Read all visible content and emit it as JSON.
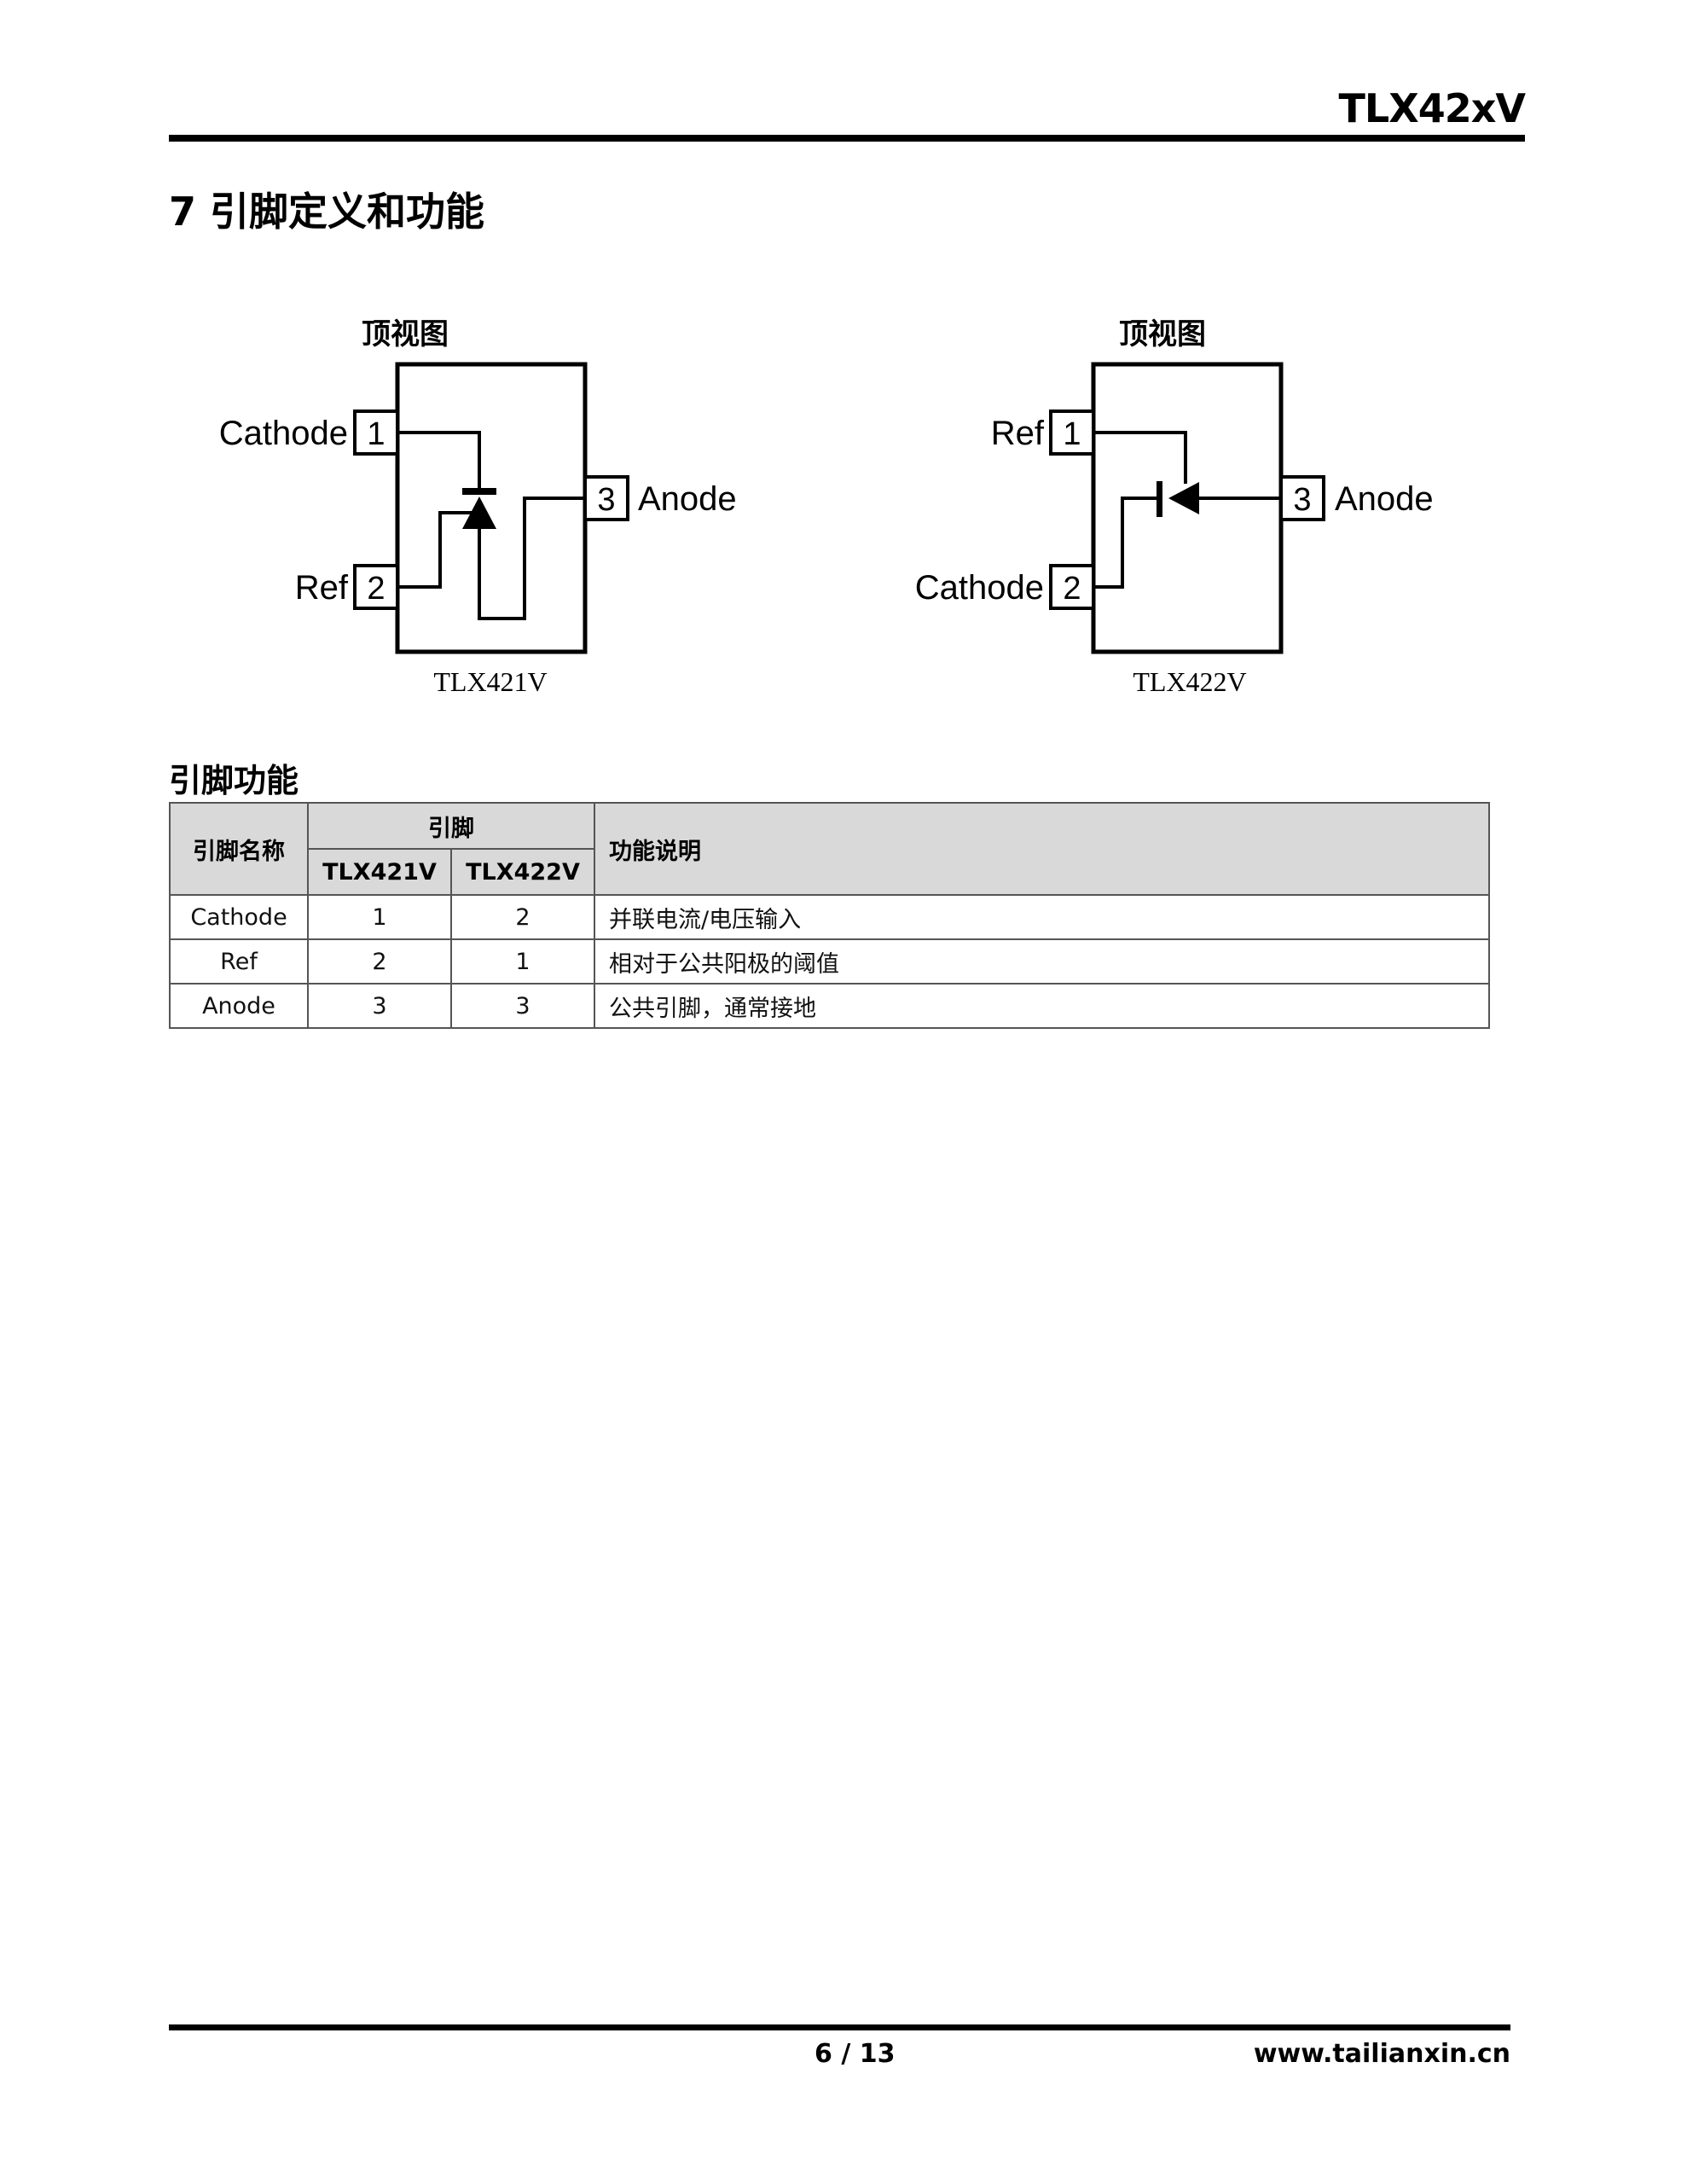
{
  "header": {
    "doc_title": "TLX42xV"
  },
  "section": {
    "title": "7 引脚定义和功能"
  },
  "diagrams": [
    {
      "view_label": "顶视图",
      "part": "TLX421V",
      "pins": [
        {
          "num": "1",
          "label": "Cathode",
          "side": "left"
        },
        {
          "num": "2",
          "label": "Ref",
          "side": "left"
        },
        {
          "num": "3",
          "label": "Anode",
          "side": "right"
        }
      ]
    },
    {
      "view_label": "顶视图",
      "part": "TLX422V",
      "pins": [
        {
          "num": "1",
          "label": "Ref",
          "side": "left"
        },
        {
          "num": "2",
          "label": "Cathode",
          "side": "left"
        },
        {
          "num": "3",
          "label": "Anode",
          "side": "right"
        }
      ]
    }
  ],
  "pin_functions": {
    "title": "引脚功能",
    "headers": {
      "name": "引脚名称",
      "pin_group": "引脚",
      "part_a": "TLX421V",
      "part_b": "TLX422V",
      "function": "功能说明"
    },
    "rows": [
      {
        "name": "Cathode",
        "a": "1",
        "b": "2",
        "function": "并联电流/电压输入"
      },
      {
        "name": "Ref",
        "a": "2",
        "b": "1",
        "function": "相对于公共阳极的阈值"
      },
      {
        "name": "Anode",
        "a": "3",
        "b": "3",
        "function": "公共引脚，通常接地"
      }
    ],
    "colors": {
      "header_bg": "#d9d9d9",
      "border": "#555555"
    }
  },
  "footer": {
    "page": "6 / 13",
    "url": "www.tailianxin.cn"
  }
}
